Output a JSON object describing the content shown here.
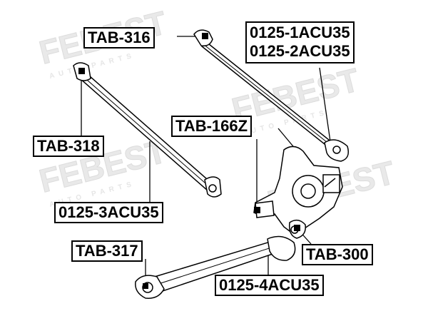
{
  "brand": {
    "watermark": "FEBEST",
    "watermark_sub": "AUTO PARTS"
  },
  "labels": {
    "tab_316": "TAB-316",
    "arm_upper_right": [
      "0125-1ACU35",
      "0125-2ACU35"
    ],
    "tab_318": "TAB-318",
    "tab_166z": "TAB-166Z",
    "arm_0125_3": "0125-3ACU35",
    "tab_317": "TAB-317",
    "tab_300": "TAB-300",
    "arm_0125_4": "0125-4ACU35"
  }
}
